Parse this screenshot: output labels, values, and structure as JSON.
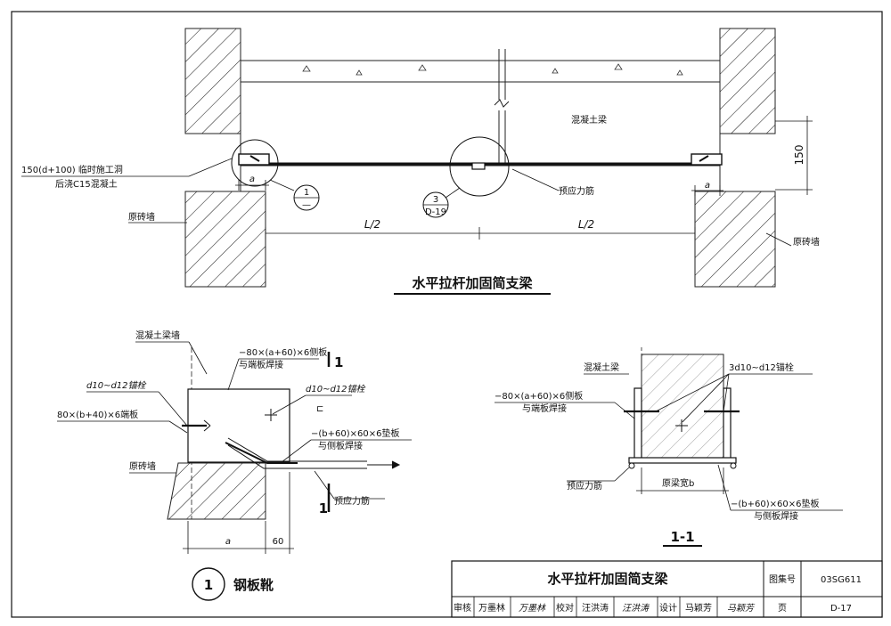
{
  "main_view": {
    "title": "水平拉杆加固简支梁",
    "labels": {
      "hole_note_1": "150(d+100) 临时施工洞",
      "hole_note_2": "后浇C15混凝土",
      "brick_wall_left": "原砖墙",
      "brick_wall_right": "原砖墙",
      "concrete_beam": "混凝土梁",
      "prestress_bar": "预应力筋",
      "dim_a_left": "a",
      "dim_a_right": "a",
      "dim_half_left": "L/2",
      "dim_half_right": "L/2",
      "dim_150": "150"
    },
    "callout_1": {
      "num": "1",
      "sheet": "—"
    },
    "callout_3": {
      "num": "3",
      "sheet": "D-19"
    }
  },
  "detail_1": {
    "title_num": "1",
    "title": "钢板靴",
    "labels": {
      "beam_wall": "混凝土梁墙",
      "side_plate_1": "−80×(a+60)×6侧板",
      "side_plate_2": "与端板焊接",
      "anchor_left": "d10~d12锚栓",
      "anchor_right": "d10~d12锚栓",
      "end_plate": "80×(b+40)×6端板",
      "pad_plate_1": "−(b+60)×60×6垫板",
      "pad_plate_2": "与侧板焊接",
      "brick_wall": "原砖墙",
      "prestress_bar": "预应力筋",
      "section_mark": "1",
      "dim_a": "a",
      "dim_60": "60"
    }
  },
  "section_11": {
    "title": "1-1",
    "labels": {
      "concrete_beam": "混凝土梁",
      "anchors": "3d10~d12锚栓",
      "side_plate_1": "−80×(a+60)×6侧板",
      "side_plate_2": "与端板焊接",
      "prestress_bar": "预应力筋",
      "beam_width": "原梁宽b",
      "pad_plate_1": "−(b+60)×60×6垫板",
      "pad_plate_2": "与侧板焊接"
    }
  },
  "title_block": {
    "title": "水平拉杆加固简支梁",
    "atlas_label": "图集号",
    "atlas_no": "03SG611",
    "row": [
      "审核",
      "万墨林",
      "万墨林",
      "校对",
      "汪洪涛",
      "汪洪涛",
      "设计",
      "马颖芳",
      "马颖芳"
    ],
    "page_label": "页",
    "page_no": "D-17"
  }
}
